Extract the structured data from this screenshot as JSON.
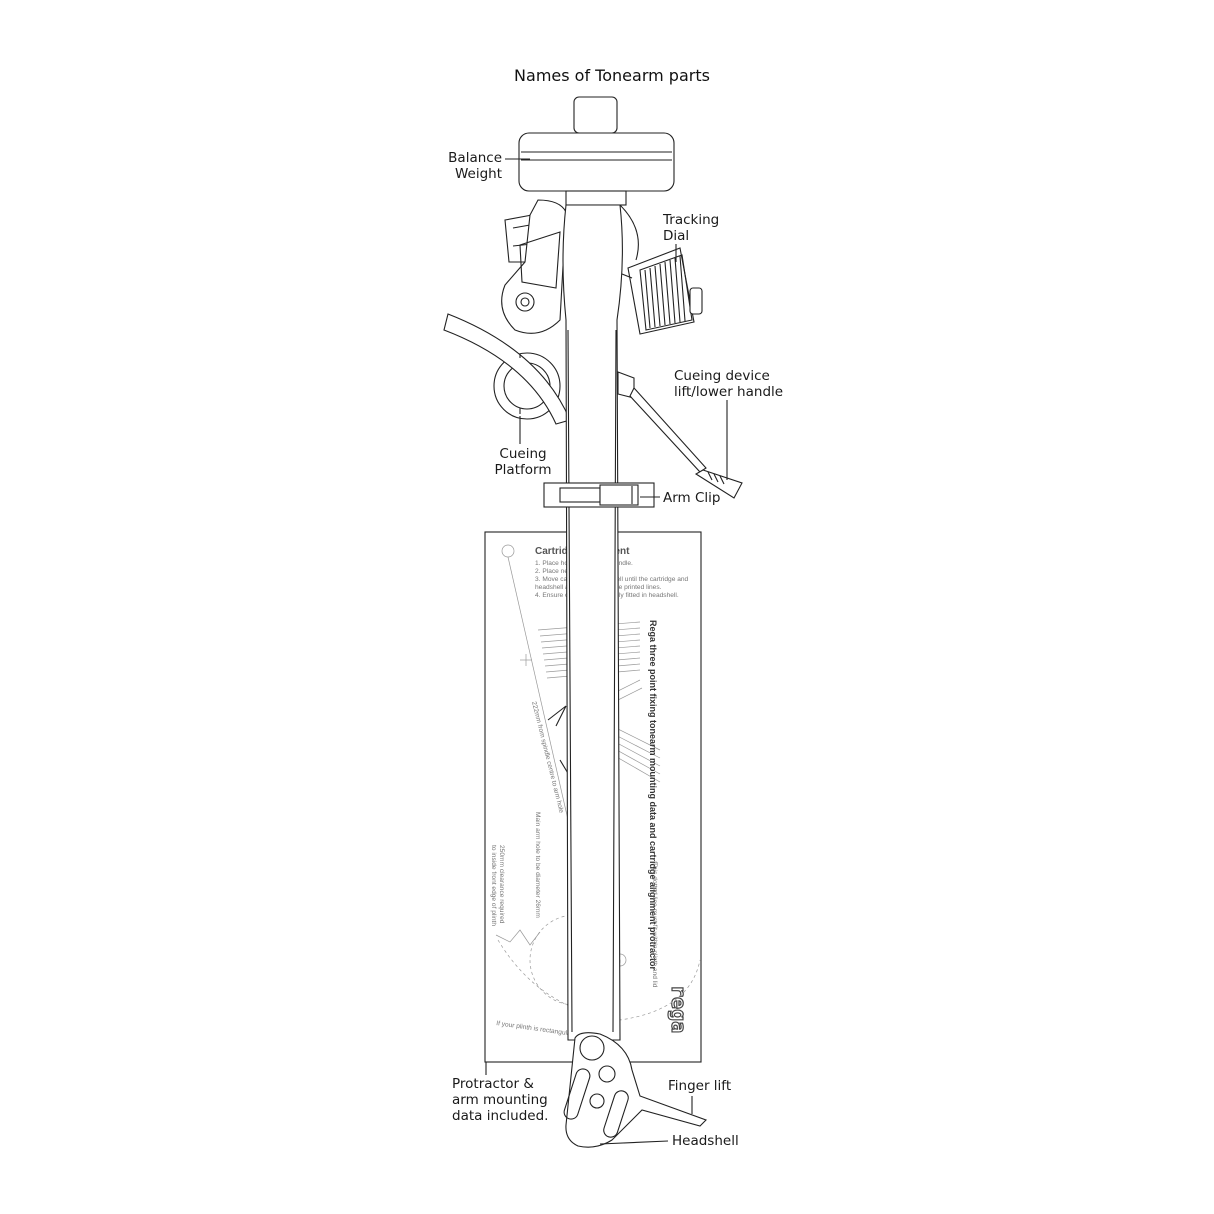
{
  "title": "Names of Tonearm parts",
  "labels": {
    "balance_weight": [
      "Balance",
      "Weight"
    ],
    "tracking_dial": [
      "Tracking",
      "Dial"
    ],
    "cueing_device": [
      "Cueing device",
      "lift/lower handle"
    ],
    "cueing_platform": [
      "Cueing",
      "Platform"
    ],
    "arm_clip": "Arm Clip",
    "protractor": [
      "Protractor &",
      "arm mounting",
      "data included."
    ],
    "finger_lift": "Finger lift",
    "headshell": "Headshell"
  },
  "protractor": {
    "heading": "Cartridge alignment",
    "steps": [
      "1. Place hole over record spindle.",
      "2. Place needle on cross.",
      "3. Move cartridge in headshell until the cartridge and",
      "headshell are parallel with the printed lines.",
      "4. Ensure cartridge is securely fitted in headshell."
    ],
    "side_title": "Rega three point fixing tonearm mounting data and cartridge alignment protractor",
    "dotted_note": "This dotted line must fit within plinth and lid",
    "spindle_note": "222mm from spindle centre to arm hole",
    "arm_hole_note": "Main arm hole to be diameter 26mm",
    "clearance_note": [
      "250mm clearance required",
      "to inside front edge of plinth"
    ],
    "rect_note": "If your plinth is rectangular, this end",
    "logo": "rega"
  }
}
